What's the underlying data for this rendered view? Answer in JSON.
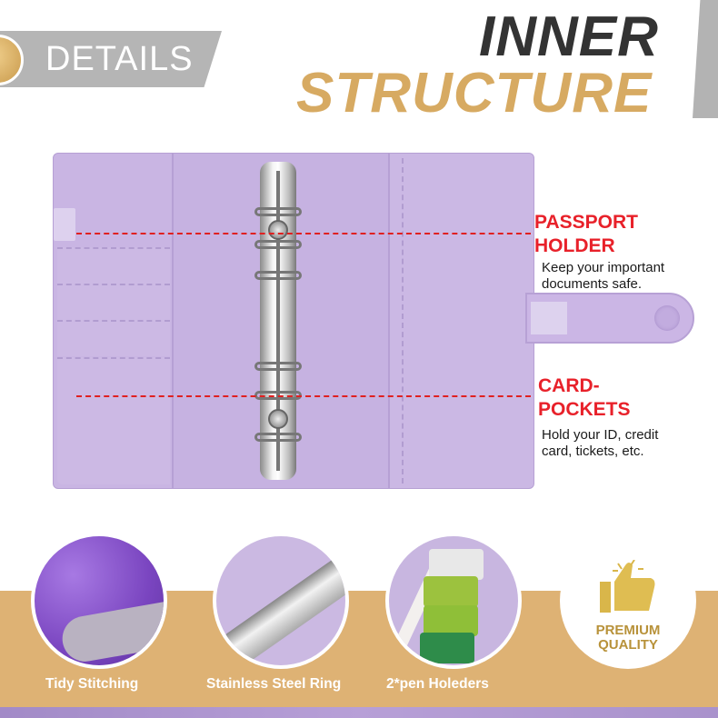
{
  "header": {
    "badge_label": "DETAILS",
    "title_line1": "INNER",
    "title_line2": "STRUCTURE"
  },
  "callouts": [
    {
      "title_line1": "PASSPORT",
      "title_line2": "HOLDER",
      "desc_line1": "Keep your important",
      "desc_line2": "documents safe."
    },
    {
      "title_line1": "CARD-",
      "title_line2": "POCKETS",
      "desc_line1": "Hold your ID, credit",
      "desc_line2": "card, tickets, etc."
    }
  ],
  "features": [
    {
      "label": "Tidy Stitching",
      "icon": "stitching-closeup-image"
    },
    {
      "label": "Stainless Steel Ring",
      "icon": "binder-ring-closeup-image"
    },
    {
      "label": "2*pen Holeders",
      "icon": "pen-holder-cards-image"
    },
    {
      "label_line1": "PREMIUM",
      "label_line2": "QUALITY",
      "icon": "thumbs-up-icon"
    }
  ],
  "colors": {
    "binder_purple": "#c9b5e3",
    "callout_red": "#e8212a",
    "gold": "#d7aa62",
    "band_tan": "#deb274",
    "title_dark": "#333333",
    "banner_gray": "#b5b5b5"
  }
}
